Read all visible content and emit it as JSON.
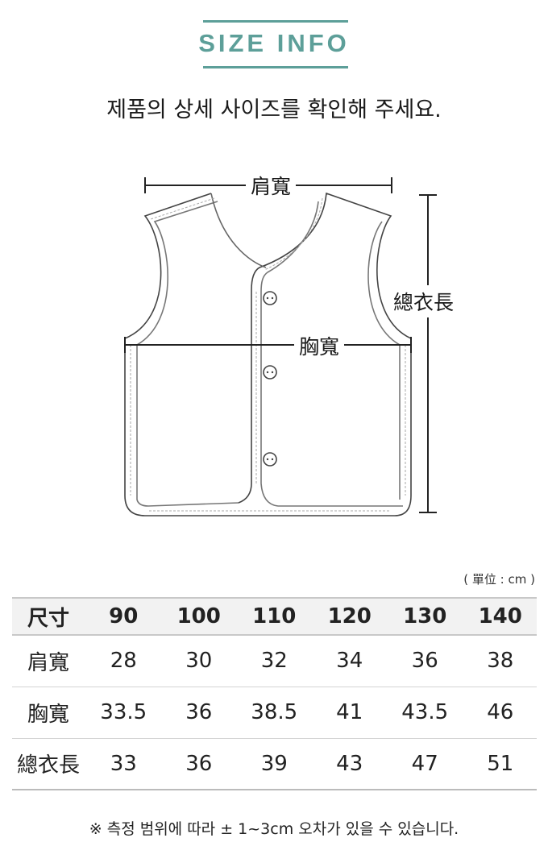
{
  "header": {
    "title": "SIZE INFO",
    "subtitle": "제품의 상세 사이즈를 확인해 주세요.",
    "accent_color": "#5d9f99"
  },
  "diagram": {
    "shoulder_label": "肩寬",
    "chest_label": "胸寬",
    "length_label": "總衣長"
  },
  "table": {
    "unit": "( 單位 : cm )",
    "columns": [
      "尺寸",
      "90",
      "100",
      "110",
      "120",
      "130",
      "140"
    ],
    "rows": [
      {
        "label": "肩寬",
        "values": [
          "28",
          "30",
          "32",
          "34",
          "36",
          "38"
        ]
      },
      {
        "label": "胸寬",
        "values": [
          "33.5",
          "36",
          "38.5",
          "41",
          "43.5",
          "46"
        ]
      },
      {
        "label": "總衣長",
        "values": [
          "33",
          "36",
          "39",
          "43",
          "47",
          "51"
        ]
      }
    ]
  },
  "note": "※ 측정 범위에  따라 ± 1~3cm 오차가 있을 수 있습니다."
}
